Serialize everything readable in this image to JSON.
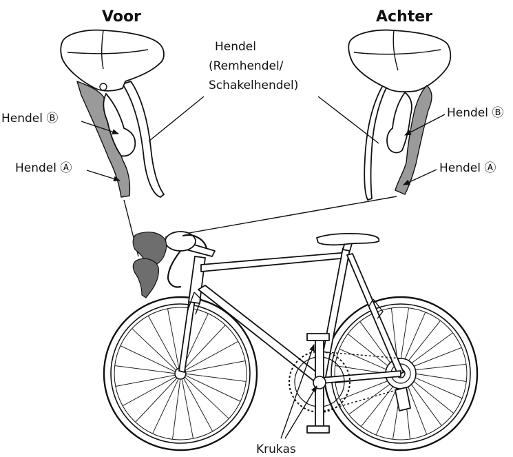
{
  "headings": {
    "front": "Voor",
    "rear": "Achter"
  },
  "labels": {
    "lever_line1": "Hendel",
    "lever_line2": "(Remhendel/",
    "lever_line3": "Schakelhendel)",
    "lever_b_left": "Hendel Ⓑ",
    "lever_a_left": "Hendel Ⓐ",
    "lever_b_right": "Hendel Ⓑ",
    "lever_a_right": "Hendel Ⓐ",
    "crank": "Krukas"
  },
  "colors": {
    "lever_fill": "#9a9a9a",
    "line": "#111111"
  }
}
